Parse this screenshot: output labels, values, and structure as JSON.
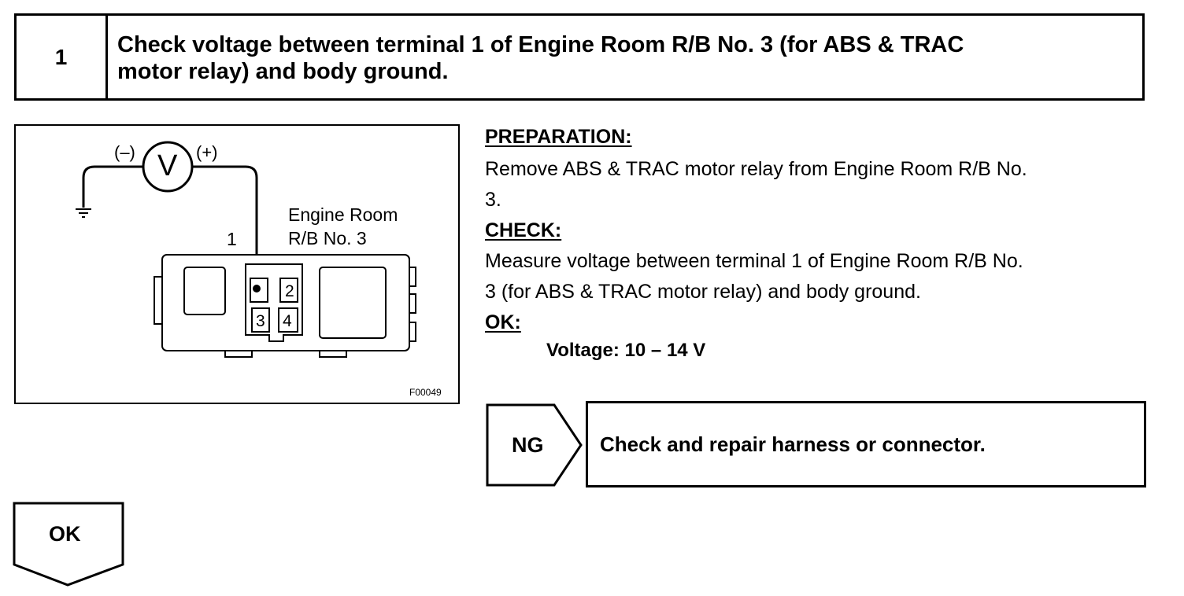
{
  "step": {
    "number": "1",
    "title_line1": "Check voltage between terminal 1 of Engine Room R/B No. 3 (for ABS & TRAC",
    "title_line2": "motor relay) and body ground."
  },
  "figure": {
    "neg_label": "(–)",
    "pos_label": "(+)",
    "meter_letter": "V",
    "terminal_label": "1",
    "box_label_line1": "Engine Room",
    "box_label_line2": "R/B No. 3",
    "terminals": [
      "2",
      "3",
      "4"
    ],
    "code": "F00049"
  },
  "preparation": {
    "heading": "PREPARATION:",
    "line1": "Remove ABS & TRAC motor relay from Engine Room R/B No.",
    "line2": "3."
  },
  "check": {
    "heading": "CHECK:",
    "line1": "Measure voltage between terminal 1 of Engine Room R/B No.",
    "line2": "3 (for ABS & TRAC motor relay) and body ground."
  },
  "ok_section": {
    "heading": "OK:",
    "spec": "Voltage: 10 – 14 V"
  },
  "ng_branch": {
    "label": "NG",
    "action": "Check and repair harness or connector."
  },
  "ok_branch": {
    "label": "OK"
  }
}
